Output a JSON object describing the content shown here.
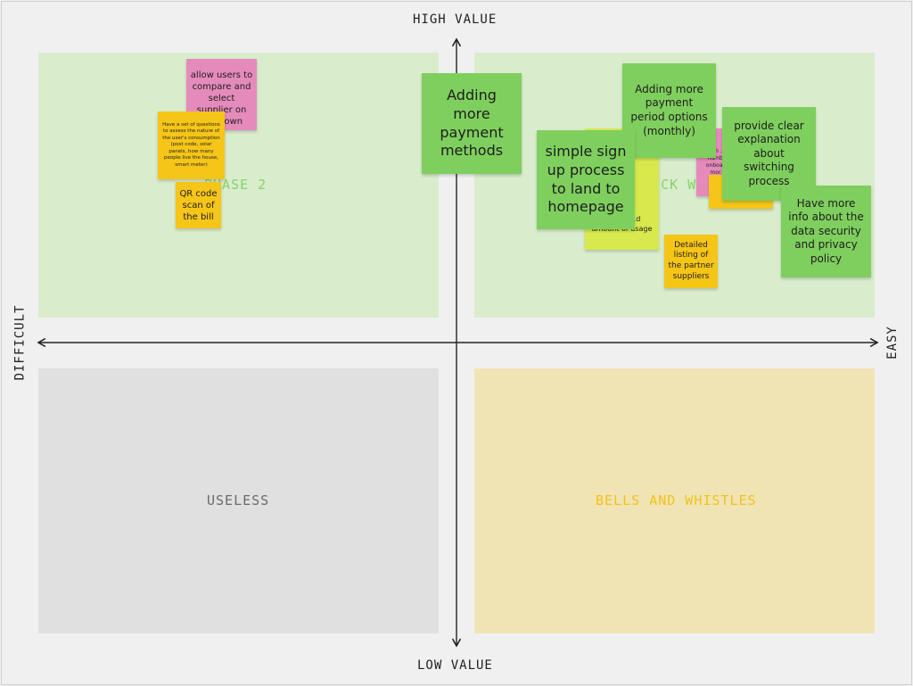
{
  "axes": {
    "top": "HIGH VALUE",
    "bottom": "LOW VALUE",
    "left": "DIFFICULT",
    "right": "EASY"
  },
  "quadrants": {
    "phase2": "PHASE 2",
    "quick_wins": "QUICK WINS",
    "useless": "USELESS",
    "bells": "BELLS AND WHISTLES"
  },
  "colors": {
    "phase2_label": "#86d36a",
    "quick_label": "#86d36a",
    "useless_label": "#6b6b6b",
    "bells_label": "#f3c21a",
    "pink_note": "#e58bbb",
    "yellow_note": "#f5c518",
    "green_note": "#7fcf5e"
  },
  "notes": {
    "compare": "allow users to compare and select supplier on their own",
    "questions": "Have a set of questions to assess the nature of the user's consumption (post code, solar panels, how many people live the house, smart meter)",
    "qr": "QR code scan of the bill",
    "payment_methods": "Adding more payment methods",
    "payment_period": "Adding more payment period options (monthly)",
    "signup": "simple sign up process to land to homepage",
    "clear_explanation": "provide clear explanation about switching process",
    "data_security": "Have more info about the data security and privacy policy",
    "partner_listing": "Detailed listing of the partner suppliers",
    "onboarding_partial": "...n ... numb... onboar... mor...",
    "usage_partial": "...wing ...d amount of usage"
  }
}
